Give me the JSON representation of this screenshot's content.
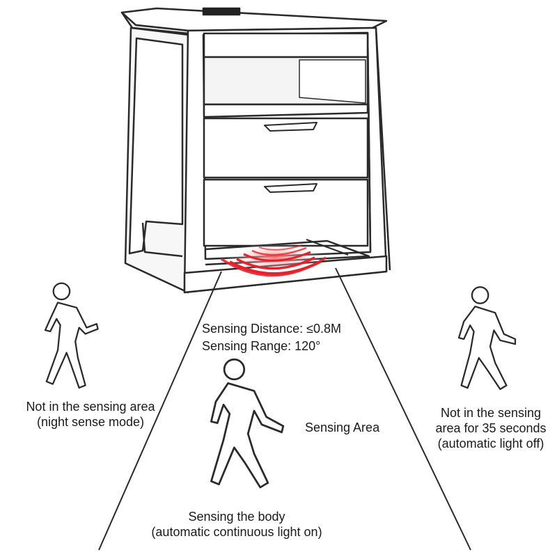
{
  "specs": {
    "distance": "Sensing Distance: ≤0.8M",
    "range": "Sensing Range: 120°"
  },
  "area_label": "Sensing Area",
  "left_person": {
    "line1": "Not in the sensing area",
    "line2": "(night sense mode)"
  },
  "center_person": {
    "line1": "Sensing the body",
    "line2": "(automatic continuous light on)"
  },
  "right_person": {
    "line1": "Not in the sensing",
    "line2": "area for 35 seconds",
    "line3": "(automatic light off)"
  },
  "colors": {
    "outline": "#2a2a2a",
    "sensor_wave": "#e8202a",
    "background": "#ffffff"
  },
  "icons": [
    "nightstand-illustration",
    "motion-sensor-waves",
    "walking-person-icon"
  ]
}
